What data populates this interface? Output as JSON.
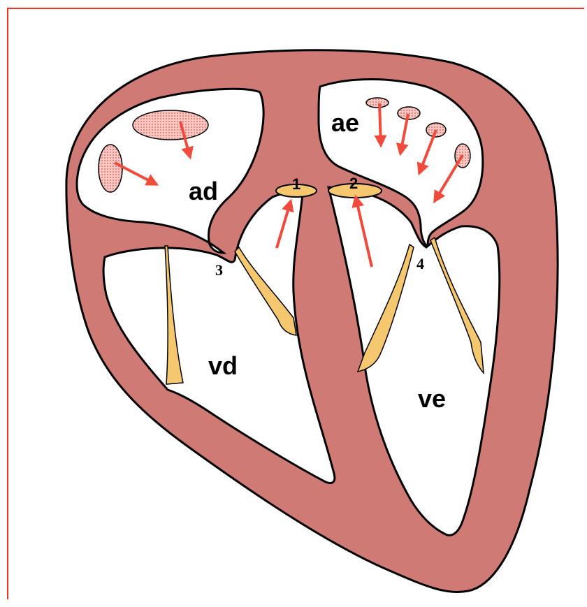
{
  "colors": {
    "border": "#ee3322",
    "muscle": "#d07a76",
    "chamber": "#ffffff",
    "outline": "#000000",
    "valve": "#f5c870",
    "arrow": "#f04a3c",
    "vein": "#f2aaa4"
  },
  "labels": {
    "ad": "ad",
    "ae": "ae",
    "vd": "vd",
    "ve": "ve",
    "n1": "1",
    "n2": "2",
    "n3": "3",
    "n4": "4"
  }
}
